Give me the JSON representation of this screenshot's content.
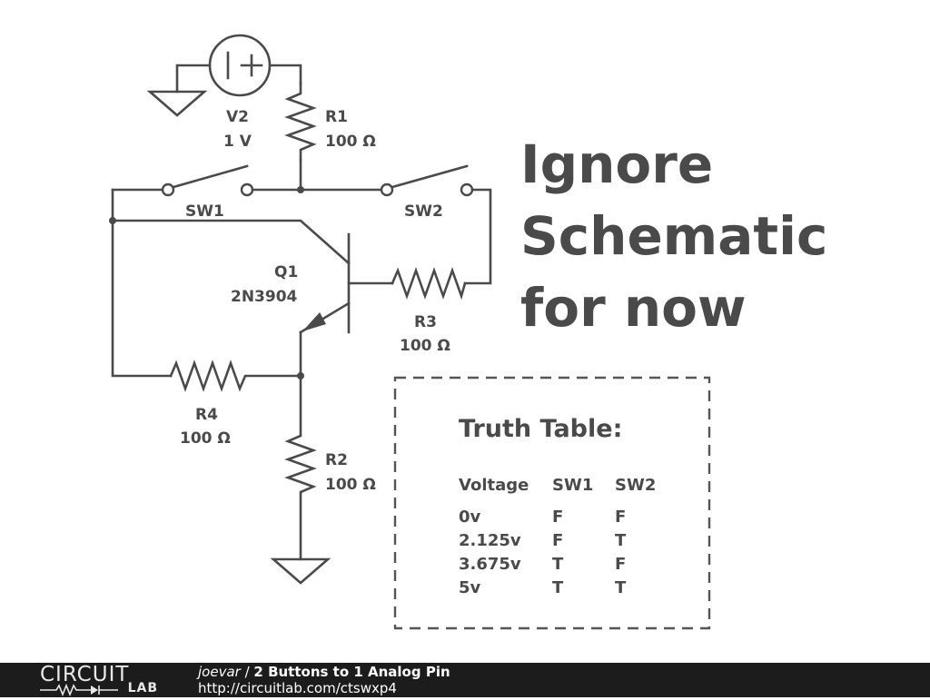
{
  "components": {
    "v2": {
      "name": "V2",
      "value": "1 V"
    },
    "r1": {
      "name": "R1",
      "value": "100 Ω"
    },
    "r2": {
      "name": "R2",
      "value": "100 Ω"
    },
    "r3": {
      "name": "R3",
      "value": "100 Ω"
    },
    "r4": {
      "name": "R4",
      "value": "100 Ω"
    },
    "sw1": {
      "name": "SW1"
    },
    "sw2": {
      "name": "SW2"
    },
    "q1": {
      "name": "Q1",
      "part": "2N3904"
    }
  },
  "note": {
    "line1": "Ignore",
    "line2": "Schematic",
    "line3": "for now"
  },
  "truth_table": {
    "title": "Truth Table:",
    "headers": [
      "Voltage",
      "SW1",
      "SW2"
    ],
    "rows": [
      [
        "0v",
        "F",
        "F"
      ],
      [
        "2.125v",
        "F",
        "T"
      ],
      [
        "3.675v",
        "T",
        "F"
      ],
      [
        "5v",
        "T",
        "T"
      ]
    ]
  },
  "footer": {
    "logo_top": "CIRCUIT",
    "logo_bottom": "LAB",
    "author": "joevar",
    "separator": " / ",
    "title": "2 Buttons to 1 Analog Pin",
    "url": "http://circuitlab.com/ctswxp4"
  }
}
